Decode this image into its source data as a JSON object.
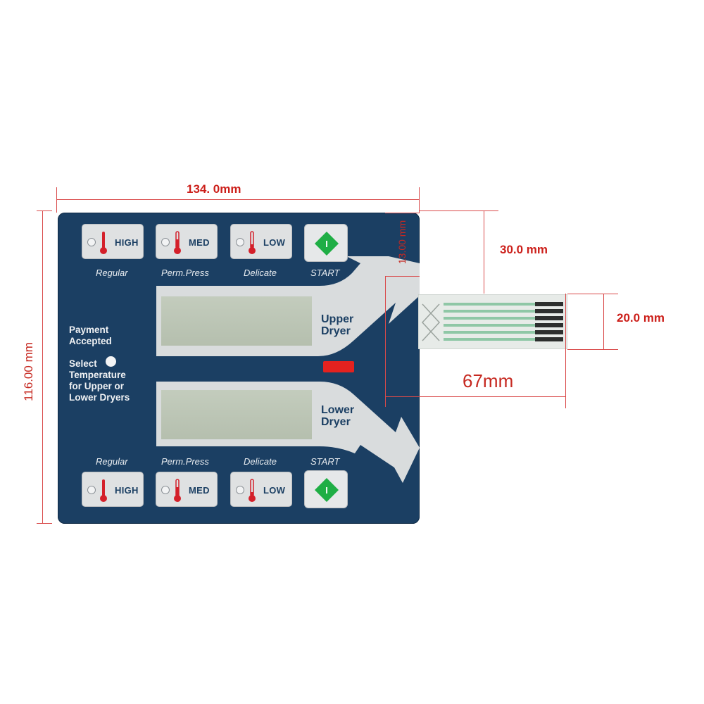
{
  "panel": {
    "top_keys": [
      {
        "label": "HIGH",
        "caption": "Regular"
      },
      {
        "label": "MED",
        "caption": "Perm.Press"
      },
      {
        "label": "LOW",
        "caption": "Delicate"
      }
    ],
    "top_start_caption": "START",
    "bottom_keys": [
      {
        "label": "HIGH",
        "caption": "Regular"
      },
      {
        "label": "MED",
        "caption": "Perm.Press"
      },
      {
        "label": "LOW",
        "caption": "Delicate"
      }
    ],
    "bottom_start_caption": "START",
    "start_symbol": "I",
    "upper_dryer": {
      "line1": "Upper",
      "line2": "Dryer"
    },
    "lower_dryer": {
      "line1": "Lower",
      "line2": "Dryer"
    },
    "payment": {
      "line1": "Payment",
      "line2": "Accepted"
    },
    "select": {
      "line1": "Select",
      "line2": "Temperature",
      "line3": "for Upper or",
      "line4": "Lower Dryers"
    },
    "colors": {
      "panel": "#1b3f63",
      "key": "#dfe1e2",
      "start_green": "#1fae45",
      "thermo_red": "#d4202a",
      "indicator_red": "#e4221f"
    }
  },
  "dimensions": {
    "width": "134. 0mm",
    "height": "116.00 mm",
    "tail_offset": "13.00 mm",
    "tail_position": "30.0 mm",
    "tail_width": "20.0 mm",
    "tail_length": "67mm"
  }
}
